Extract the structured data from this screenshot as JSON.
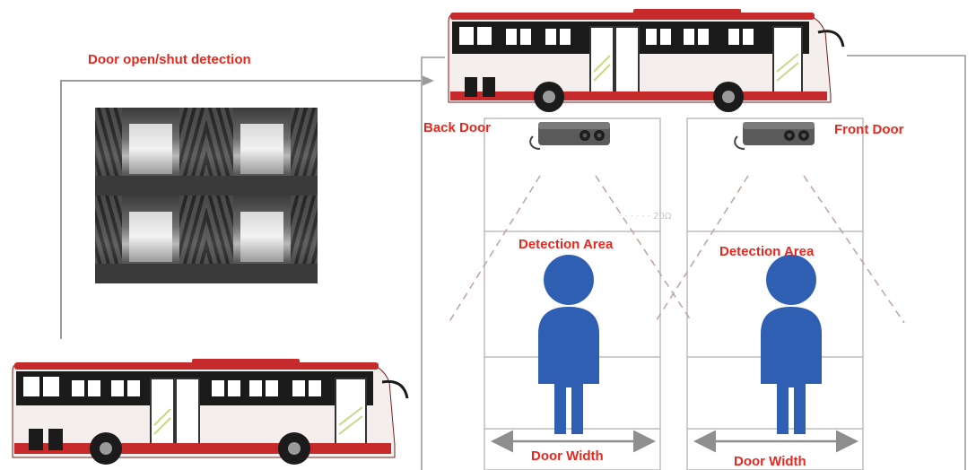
{
  "labels": {
    "door_detection": "Door open/shut detection",
    "back_door": "Back Door",
    "front_door": "Front Door",
    "detection_area_left": "Detection Area",
    "detection_area_right": "Detection Area",
    "door_width_left": "Door Width",
    "door_width_right": "Door Width"
  },
  "colors": {
    "label_red": "#e8281e",
    "person_blue": "#2f5fb3",
    "line_gray": "#9a9a9a",
    "bus_red": "#c62a2a",
    "bus_body": "#f4eeec"
  }
}
